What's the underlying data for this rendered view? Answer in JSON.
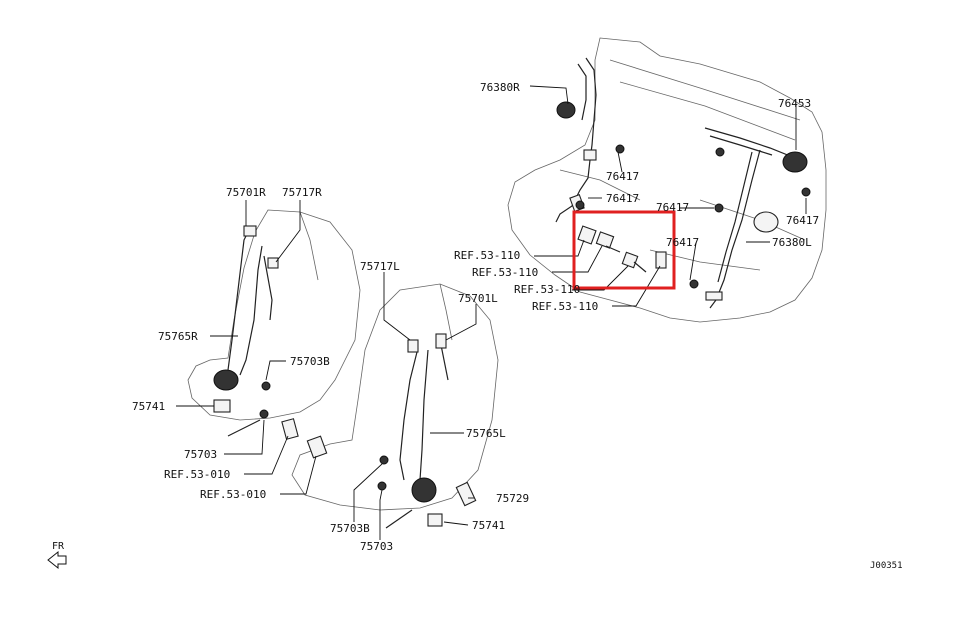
{
  "diagram": {
    "highlight_color": "#e02020",
    "front_indicator": {
      "label": "FR"
    },
    "image_code": "J00351",
    "callouts": [
      {
        "id": "c-76380R",
        "text": "76380R"
      },
      {
        "id": "c-76453",
        "text": "76453"
      },
      {
        "id": "c-76417-a",
        "text": "76417"
      },
      {
        "id": "c-76417-b",
        "text": "76417"
      },
      {
        "id": "c-76417-c",
        "text": "76417"
      },
      {
        "id": "c-76417-d",
        "text": "76417"
      },
      {
        "id": "c-76417-e",
        "text": "76417"
      },
      {
        "id": "c-76380L",
        "text": "76380L"
      },
      {
        "id": "c-ref53-110-a",
        "text": "REF.53-110"
      },
      {
        "id": "c-ref53-110-b",
        "text": "REF.53-110"
      },
      {
        "id": "c-ref53-110-c",
        "text": "REF.53-110"
      },
      {
        "id": "c-ref53-110-d",
        "text": "REF.53-110"
      },
      {
        "id": "c-75701R",
        "text": "75701R"
      },
      {
        "id": "c-75717R",
        "text": "75717R"
      },
      {
        "id": "c-75765R",
        "text": "75765R"
      },
      {
        "id": "c-75703B-r",
        "text": "75703B"
      },
      {
        "id": "c-75741-r",
        "text": "75741"
      },
      {
        "id": "c-75703-r",
        "text": "75703"
      },
      {
        "id": "c-ref53-010-a",
        "text": "REF.53-010"
      },
      {
        "id": "c-ref53-010-b",
        "text": "REF.53-010"
      },
      {
        "id": "c-75717L",
        "text": "75717L"
      },
      {
        "id": "c-75701L",
        "text": "75701L"
      },
      {
        "id": "c-75765L",
        "text": "75765L"
      },
      {
        "id": "c-75729",
        "text": "75729"
      },
      {
        "id": "c-75741-l",
        "text": "75741"
      },
      {
        "id": "c-75703B-l",
        "text": "75703B"
      },
      {
        "id": "c-75703-l",
        "text": "75703"
      }
    ]
  }
}
